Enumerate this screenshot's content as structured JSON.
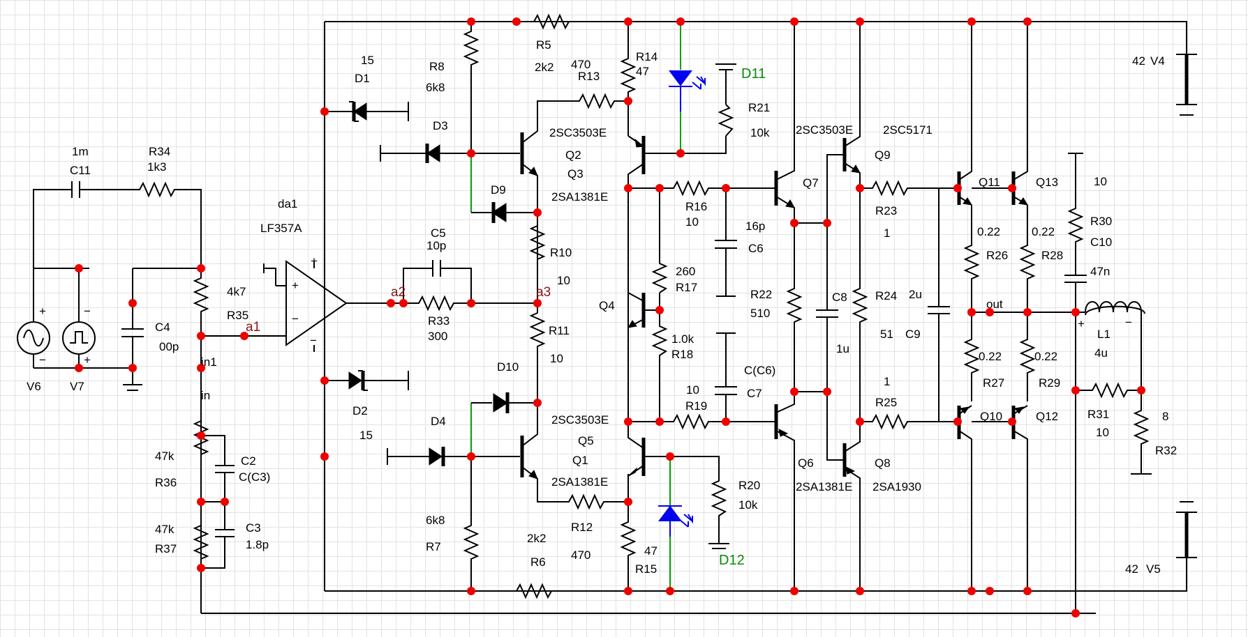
{
  "schematic": {
    "label_color_default": "#000000",
    "wire_color": "#000000",
    "led_wire_color": "#00a000",
    "node_color": "#ee0000",
    "led_color": "#0000ee",
    "components": {
      "R5": {
        "ref": "R5",
        "value": "2k2"
      },
      "R8": {
        "ref": "R8",
        "value": "6k8"
      },
      "R13": {
        "ref": "R13",
        "value": "470"
      },
      "R14": {
        "ref": "R14",
        "value": "47"
      },
      "R21": {
        "ref": "R21",
        "value": "10k"
      },
      "D11": {
        "ref": "D11"
      },
      "D1": {
        "ref": "D1",
        "value": "15"
      },
      "D3": {
        "ref": "D3"
      },
      "D9": {
        "ref": "D9"
      },
      "D2": {
        "ref": "D2",
        "value": "15"
      },
      "D4": {
        "ref": "D4"
      },
      "D10": {
        "ref": "D10"
      },
      "D12": {
        "ref": "D12"
      },
      "Q2": {
        "ref": "Q2",
        "part": "2SC3503E"
      },
      "Q3": {
        "ref": "Q3",
        "part": "2SA1381E"
      },
      "Q5": {
        "ref": "Q5",
        "part": "2SC3503E"
      },
      "Q1": {
        "ref": "Q1",
        "part": "2SA1381E"
      },
      "Q4": {
        "ref": "Q4"
      },
      "Q7": {
        "ref": "Q7",
        "part": "2SC3503E"
      },
      "Q9": {
        "ref": "Q9",
        "part": "2SC5171"
      },
      "Q6": {
        "ref": "Q6",
        "part": "2SA1381E"
      },
      "Q8": {
        "ref": "Q8",
        "part": "2SA1930"
      },
      "Q11": {
        "ref": "Q11"
      },
      "Q13": {
        "ref": "Q13"
      },
      "Q10": {
        "ref": "Q10"
      },
      "Q12": {
        "ref": "Q12"
      },
      "C11": {
        "ref": "C11",
        "value": "1m"
      },
      "R34": {
        "ref": "R34",
        "value": "1k3"
      },
      "da1": {
        "ref": "da1",
        "part": "LF357A"
      },
      "C5": {
        "ref": "C5",
        "value": "10p"
      },
      "R33": {
        "ref": "R33",
        "value": "300"
      },
      "R35": {
        "ref": "R35",
        "value": "4k7"
      },
      "C4": {
        "ref": "C4",
        "value": "00p"
      },
      "R10": {
        "ref": "R10",
        "value": "10"
      },
      "R11": {
        "ref": "R11",
        "value": "10"
      },
      "R16": {
        "ref": "R16",
        "value": "10"
      },
      "C6": {
        "ref": "C6",
        "value": "16p"
      },
      "R17": {
        "ref": "R17",
        "value": "260"
      },
      "R18": {
        "ref": "R18",
        "value": "1.0k"
      },
      "R22": {
        "ref": "R22",
        "value": "510"
      },
      "C7": {
        "ref": "C7",
        "value": "C(C6)"
      },
      "R19": {
        "ref": "R19",
        "value": "10"
      },
      "C8": {
        "ref": "C8",
        "value": "1u"
      },
      "R23": {
        "ref": "R23",
        "value": "1"
      },
      "R24": {
        "ref": "R24",
        "value": "51"
      },
      "C9": {
        "ref": "C9",
        "value": "2u"
      },
      "R25": {
        "ref": "R25",
        "value": "1"
      },
      "R26": {
        "ref": "R26",
        "value": "0.22"
      },
      "R28": {
        "ref": "R28",
        "value": "0.22"
      },
      "R27": {
        "ref": "R27",
        "value": "0.22"
      },
      "R29": {
        "ref": "R29",
        "value": "0.22"
      },
      "R30": {
        "ref": "R30",
        "value": "10"
      },
      "C10": {
        "ref": "C10",
        "value": "47n"
      },
      "L1": {
        "ref": "L1",
        "value": "4u"
      },
      "R31": {
        "ref": "R31",
        "value": "10"
      },
      "R32": {
        "ref": "R32",
        "value": "8"
      },
      "V4": {
        "ref": "V4",
        "value": "42"
      },
      "V5": {
        "ref": "V5",
        "value": "42"
      },
      "V6": {
        "ref": "V6"
      },
      "V7": {
        "ref": "V7"
      },
      "R36": {
        "ref": "R36",
        "value": "47k"
      },
      "R37": {
        "ref": "R37",
        "value": "47k"
      },
      "C2": {
        "ref": "C2",
        "value": "C(C3)"
      },
      "C3": {
        "ref": "C3",
        "value": "1.8p"
      },
      "R20": {
        "ref": "R20",
        "value": "10k"
      },
      "R7": {
        "ref": "R7",
        "value": "6k8"
      },
      "R6": {
        "ref": "R6",
        "value": "2k2"
      },
      "R12": {
        "ref": "R12",
        "value": "470"
      },
      "R15": {
        "ref": "R15",
        "value": "47"
      }
    },
    "nets": {
      "a1": "a1",
      "a2": "a2",
      "a3": "a3",
      "in1": "in1",
      "in": "in",
      "out": "out"
    },
    "symbols": {
      "plus": "+",
      "minus": "−"
    }
  }
}
